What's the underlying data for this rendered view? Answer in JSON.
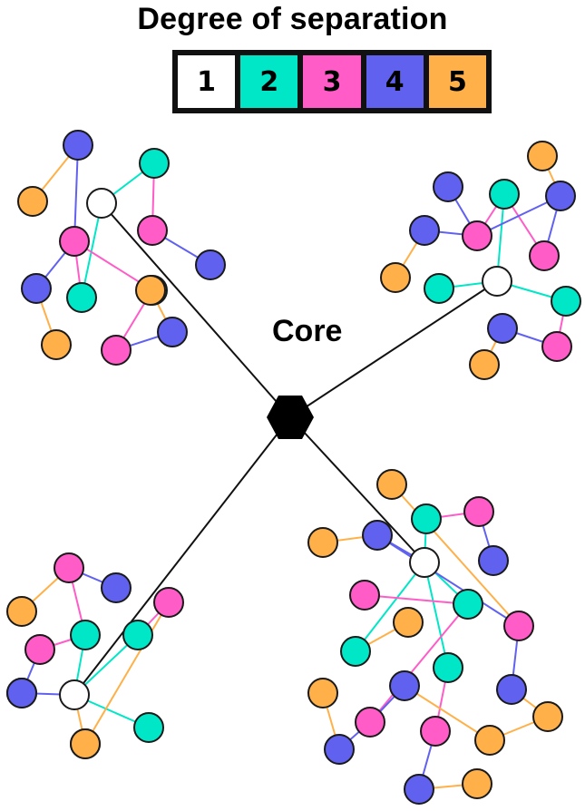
{
  "title": "Degree of separation",
  "core_label": "Core",
  "colors": {
    "1": "#ffffff",
    "2": "#00e7c7",
    "3": "#ff5cc8",
    "4": "#6161f0",
    "5": "#ffb048",
    "outline": "#1a1a1a",
    "core": "#000000"
  },
  "legend": [
    {
      "degree": "1",
      "label": "1",
      "color": "#ffffff"
    },
    {
      "degree": "2",
      "label": "2",
      "color": "#00e7c7"
    },
    {
      "degree": "3",
      "label": "3",
      "color": "#ff5cc8"
    },
    {
      "degree": "4",
      "label": "4",
      "color": "#6161f0"
    },
    {
      "degree": "5",
      "label": "5",
      "color": "#ffb048"
    }
  ],
  "network": {
    "core": "core",
    "nodes": [
      {
        "id": "A1",
        "degree": 1
      },
      {
        "id": "A2a",
        "degree": 2
      },
      {
        "id": "A2b",
        "degree": 2
      },
      {
        "id": "A2c",
        "degree": 2
      },
      {
        "id": "A3a",
        "degree": 3
      },
      {
        "id": "A3b",
        "degree": 3
      },
      {
        "id": "A3c",
        "degree": 3
      },
      {
        "id": "A4a",
        "degree": 4
      },
      {
        "id": "A4b",
        "degree": 4
      },
      {
        "id": "A4c",
        "degree": 4
      },
      {
        "id": "A4d",
        "degree": 4
      },
      {
        "id": "A5a",
        "degree": 5
      },
      {
        "id": "A5b",
        "degree": 5
      },
      {
        "id": "A5c",
        "degree": 5
      },
      {
        "id": "B1",
        "degree": 1
      },
      {
        "id": "B2a",
        "degree": 2
      },
      {
        "id": "B2b",
        "degree": 2
      },
      {
        "id": "B2c",
        "degree": 2
      },
      {
        "id": "B3a",
        "degree": 3
      },
      {
        "id": "B3b",
        "degree": 3
      },
      {
        "id": "B3c",
        "degree": 3
      },
      {
        "id": "B4a",
        "degree": 4
      },
      {
        "id": "B4b",
        "degree": 4
      },
      {
        "id": "B4c",
        "degree": 4
      },
      {
        "id": "B4d",
        "degree": 4
      },
      {
        "id": "B5a",
        "degree": 5
      },
      {
        "id": "B5b",
        "degree": 5
      },
      {
        "id": "B5c",
        "degree": 5
      },
      {
        "id": "C1",
        "degree": 1
      },
      {
        "id": "C2a",
        "degree": 2
      },
      {
        "id": "C2b",
        "degree": 2
      },
      {
        "id": "C2c",
        "degree": 2
      },
      {
        "id": "C3a",
        "degree": 3
      },
      {
        "id": "C3b",
        "degree": 3
      },
      {
        "id": "C3c",
        "degree": 3
      },
      {
        "id": "C4a",
        "degree": 4
      },
      {
        "id": "C4b",
        "degree": 4
      },
      {
        "id": "C4c",
        "degree": 4
      },
      {
        "id": "C5a",
        "degree": 5
      },
      {
        "id": "C5b",
        "degree": 5
      },
      {
        "id": "C5c",
        "degree": 5
      },
      {
        "id": "D1",
        "degree": 1
      },
      {
        "id": "D2a",
        "degree": 2
      },
      {
        "id": "D2b",
        "degree": 2
      },
      {
        "id": "D2c",
        "degree": 2
      },
      {
        "id": "D2d",
        "degree": 2
      },
      {
        "id": "D3a",
        "degree": 3
      },
      {
        "id": "D3b",
        "degree": 3
      },
      {
        "id": "D3c",
        "degree": 3
      },
      {
        "id": "D3d",
        "degree": 3
      },
      {
        "id": "D3e",
        "degree": 3
      },
      {
        "id": "D4a",
        "degree": 4
      },
      {
        "id": "D4b",
        "degree": 4
      },
      {
        "id": "D4c",
        "degree": 4
      },
      {
        "id": "D4d",
        "degree": 4
      },
      {
        "id": "D4e",
        "degree": 4
      },
      {
        "id": "D4f",
        "degree": 4
      },
      {
        "id": "D5a",
        "degree": 5
      },
      {
        "id": "D5b",
        "degree": 5
      },
      {
        "id": "D5c",
        "degree": 5
      },
      {
        "id": "D5d",
        "degree": 5
      },
      {
        "id": "D5e",
        "degree": 5
      },
      {
        "id": "D5f",
        "degree": 5
      },
      {
        "id": "D5g",
        "degree": 5
      }
    ],
    "edges": [
      [
        "core",
        "A1"
      ],
      [
        "core",
        "B1"
      ],
      [
        "core",
        "C1"
      ],
      [
        "core",
        "D1"
      ],
      [
        "A1",
        "A2a"
      ],
      [
        "A1",
        "A2b"
      ],
      [
        "A2a",
        "A3a"
      ],
      [
        "A3a",
        "A4a"
      ],
      [
        "A2b",
        "A3b"
      ],
      [
        "A3b",
        "A4b"
      ],
      [
        "A3b",
        "A4c"
      ],
      [
        "A4b",
        "A5a"
      ],
      [
        "A4c",
        "A5b"
      ],
      [
        "A2c",
        "A3b"
      ],
      [
        "A2c",
        "A3c"
      ],
      [
        "A3c",
        "A4d"
      ],
      [
        "A4d",
        "A5c"
      ],
      [
        "B1",
        "B2a"
      ],
      [
        "B1",
        "B2b"
      ],
      [
        "B1",
        "B2c"
      ],
      [
        "B2a",
        "B3a"
      ],
      [
        "B2a",
        "B3b"
      ],
      [
        "B3a",
        "B4a"
      ],
      [
        "B3a",
        "B4b"
      ],
      [
        "B3a",
        "B4c"
      ],
      [
        "B3b",
        "B4c"
      ],
      [
        "B4c",
        "B5a"
      ],
      [
        "B4a",
        "B5b"
      ],
      [
        "B2c",
        "B3c"
      ],
      [
        "B3c",
        "B4d"
      ],
      [
        "B4d",
        "B5c"
      ],
      [
        "C1",
        "C2a"
      ],
      [
        "C1",
        "C2b"
      ],
      [
        "C1",
        "C2c"
      ],
      [
        "C2a",
        "C3a"
      ],
      [
        "C2a",
        "C3b"
      ],
      [
        "C3a",
        "C4a"
      ],
      [
        "C3b",
        "C4b"
      ],
      [
        "C3b",
        "C5a"
      ],
      [
        "C2b",
        "C3c"
      ],
      [
        "C3c",
        "C5b"
      ],
      [
        "C1",
        "C4c"
      ],
      [
        "C1",
        "C5c"
      ],
      [
        "D1",
        "D2a"
      ],
      [
        "D1",
        "D2b"
      ],
      [
        "D1",
        "D2c"
      ],
      [
        "D1",
        "D2d"
      ],
      [
        "D1",
        "D4a"
      ],
      [
        "D2a",
        "D3a"
      ],
      [
        "D3a",
        "D4b"
      ],
      [
        "D4a",
        "D5a"
      ],
      [
        "D4a",
        "D3b"
      ],
      [
        "D3b",
        "D5b"
      ],
      [
        "D2b",
        "D3c"
      ],
      [
        "D2c",
        "D5c"
      ],
      [
        "D2d",
        "D3d"
      ],
      [
        "D3d",
        "D4c"
      ],
      [
        "D4c",
        "D5d"
      ],
      [
        "D2b",
        "D3e"
      ],
      [
        "D3e",
        "D4d"
      ],
      [
        "D4d",
        "D5e"
      ],
      [
        "D3e",
        "D4e"
      ],
      [
        "D4e",
        "D5f"
      ],
      [
        "D5f",
        "D5g"
      ],
      [
        "D3b",
        "D4f"
      ],
      [
        "D4f",
        "D5g"
      ]
    ]
  }
}
